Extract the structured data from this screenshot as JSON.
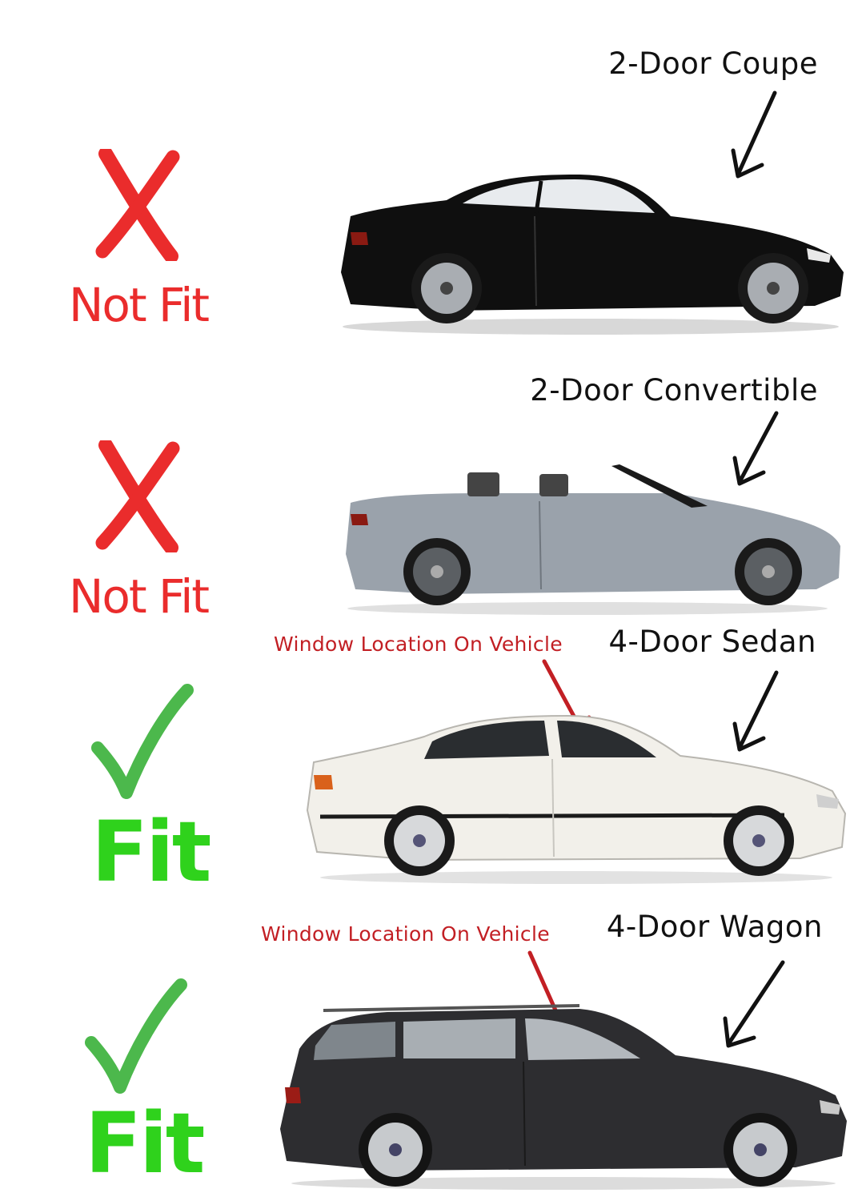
{
  "colors": {
    "not_fit": "#ea2c2c",
    "fit": "#2fd21c",
    "pointer_arrow": "#111111",
    "window_arrow": "#c21f24"
  },
  "vehicles": [
    {
      "type_label": "2-Door Coupe",
      "verdict": "Not Fit",
      "verdict_icon": "x-mark-icon",
      "car_color": "#0f0f0f",
      "style": "coupe"
    },
    {
      "type_label": "2-Door Convertible",
      "verdict": "Not Fit",
      "verdict_icon": "x-mark-icon",
      "car_color": "#9aa2ab",
      "style": "convertible"
    },
    {
      "type_label": "4-Door Sedan",
      "window_label": "Window Location On Vehicle",
      "verdict": "Fit",
      "verdict_icon": "check-mark-icon",
      "car_color": "#f2f0ea",
      "style": "sedan"
    },
    {
      "type_label": "4-Door Wagon",
      "window_label": "Window Location On Vehicle",
      "verdict": "Fit",
      "verdict_icon": "check-mark-icon",
      "car_color": "#2d2d30",
      "style": "wagon"
    }
  ]
}
